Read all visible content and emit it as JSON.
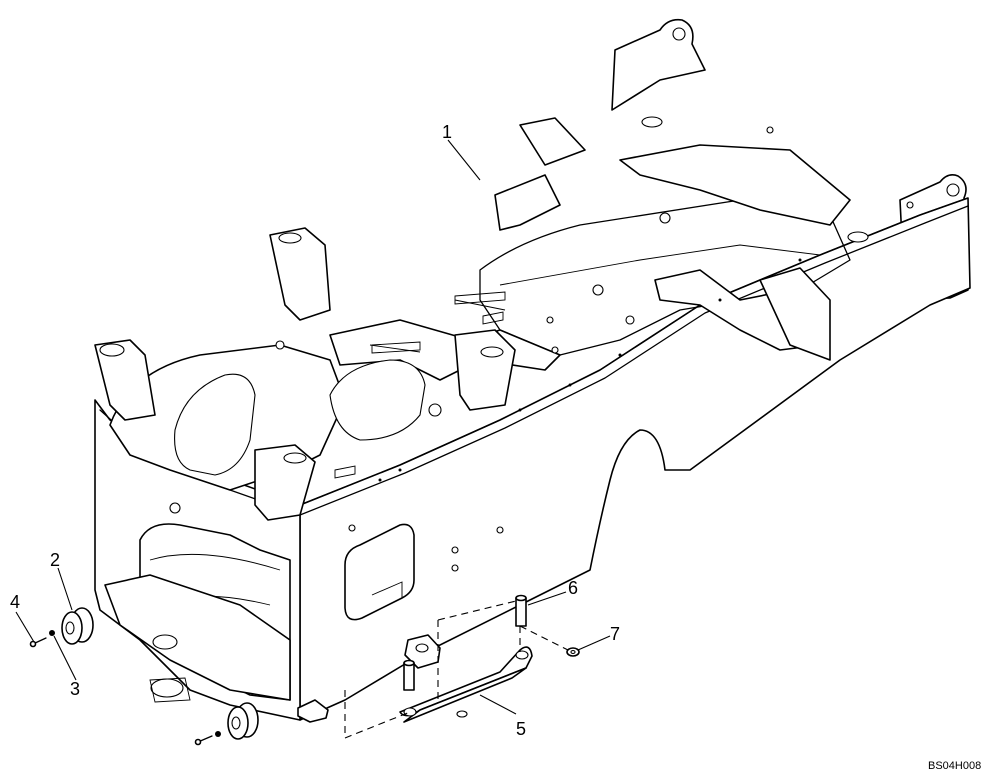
{
  "callouts": [
    {
      "id": "callout-1",
      "label": "1"
    },
    {
      "id": "callout-2",
      "label": "2"
    },
    {
      "id": "callout-3",
      "label": "3"
    },
    {
      "id": "callout-4",
      "label": "4"
    },
    {
      "id": "callout-5",
      "label": "5"
    },
    {
      "id": "callout-6",
      "label": "6"
    },
    {
      "id": "callout-7",
      "label": "7"
    }
  ],
  "drawing_number": "BS04H008"
}
